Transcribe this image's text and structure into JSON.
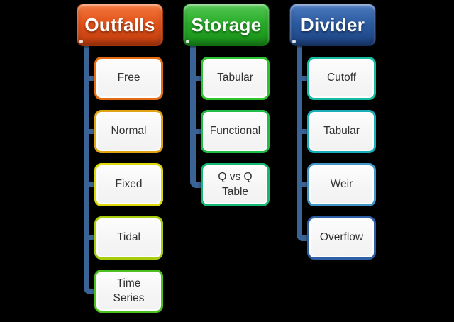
{
  "canvas_background": "#000000",
  "connector_color": "#3A6496",
  "node_fill": "#F5F5F5",
  "node_text_color": "#303030",
  "columns": [
    {
      "id": "outfalls",
      "title": "Outfalls",
      "header_colors": {
        "top": "#F47940",
        "mid": "#E05118",
        "bottom": "#BE3C0E",
        "border": "#A23408"
      },
      "children": [
        {
          "label": "Free",
          "border": "#E66C14"
        },
        {
          "label": "Normal",
          "border": "#E0A314"
        },
        {
          "label": "Fixed",
          "border": "#DCD80A"
        },
        {
          "label": "Tidal",
          "border": "#A6CC0A"
        },
        {
          "label": "Time Series",
          "border": "#4CC01E"
        }
      ]
    },
    {
      "id": "storage",
      "title": "Storage",
      "header_colors": {
        "top": "#55C855",
        "mid": "#28AC28",
        "bottom": "#188E18",
        "border": "#0F6E0F"
      },
      "children": [
        {
          "label": "Tabular",
          "border": "#2EC42E"
        },
        {
          "label": "Functional",
          "border": "#20BE46"
        },
        {
          "label": "Q vs Q Table",
          "border": "#14B870"
        }
      ]
    },
    {
      "id": "divider",
      "title": "Divider",
      "header_colors": {
        "top": "#4E7BC0",
        "mid": "#2B5AA0",
        "bottom": "#1D4280",
        "border": "#142E5C"
      },
      "children": [
        {
          "label": "Cutoff",
          "border": "#16BCA2"
        },
        {
          "label": "Tabular",
          "border": "#1AAEB8"
        },
        {
          "label": "Weir",
          "border": "#4096C8"
        },
        {
          "label": "Overflow",
          "border": "#2C5FA4"
        }
      ]
    }
  ]
}
